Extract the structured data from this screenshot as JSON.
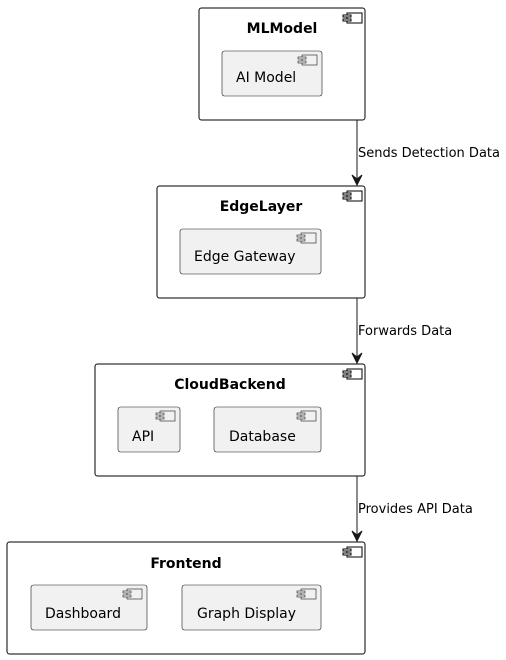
{
  "packages": [
    {
      "id": "mlmodel",
      "title": "MLModel",
      "components": [
        {
          "id": "ai-model",
          "label": "AI Model"
        }
      ]
    },
    {
      "id": "edgelayer",
      "title": "EdgeLayer",
      "components": [
        {
          "id": "edge-gateway",
          "label": "Edge Gateway"
        }
      ]
    },
    {
      "id": "cloudbackend",
      "title": "CloudBackend",
      "components": [
        {
          "id": "api",
          "label": "API"
        },
        {
          "id": "database",
          "label": "Database"
        }
      ]
    },
    {
      "id": "frontend",
      "title": "Frontend",
      "components": [
        {
          "id": "dashboard",
          "label": "Dashboard"
        },
        {
          "id": "graph-display",
          "label": "Graph Display"
        }
      ]
    }
  ],
  "edges": [
    {
      "from": "mlmodel",
      "to": "edgelayer",
      "label": "Sends Detection Data"
    },
    {
      "from": "edgelayer",
      "to": "cloudbackend",
      "label": "Forwards Data"
    },
    {
      "from": "cloudbackend",
      "to": "frontend",
      "label": "Provides API Data"
    }
  ]
}
